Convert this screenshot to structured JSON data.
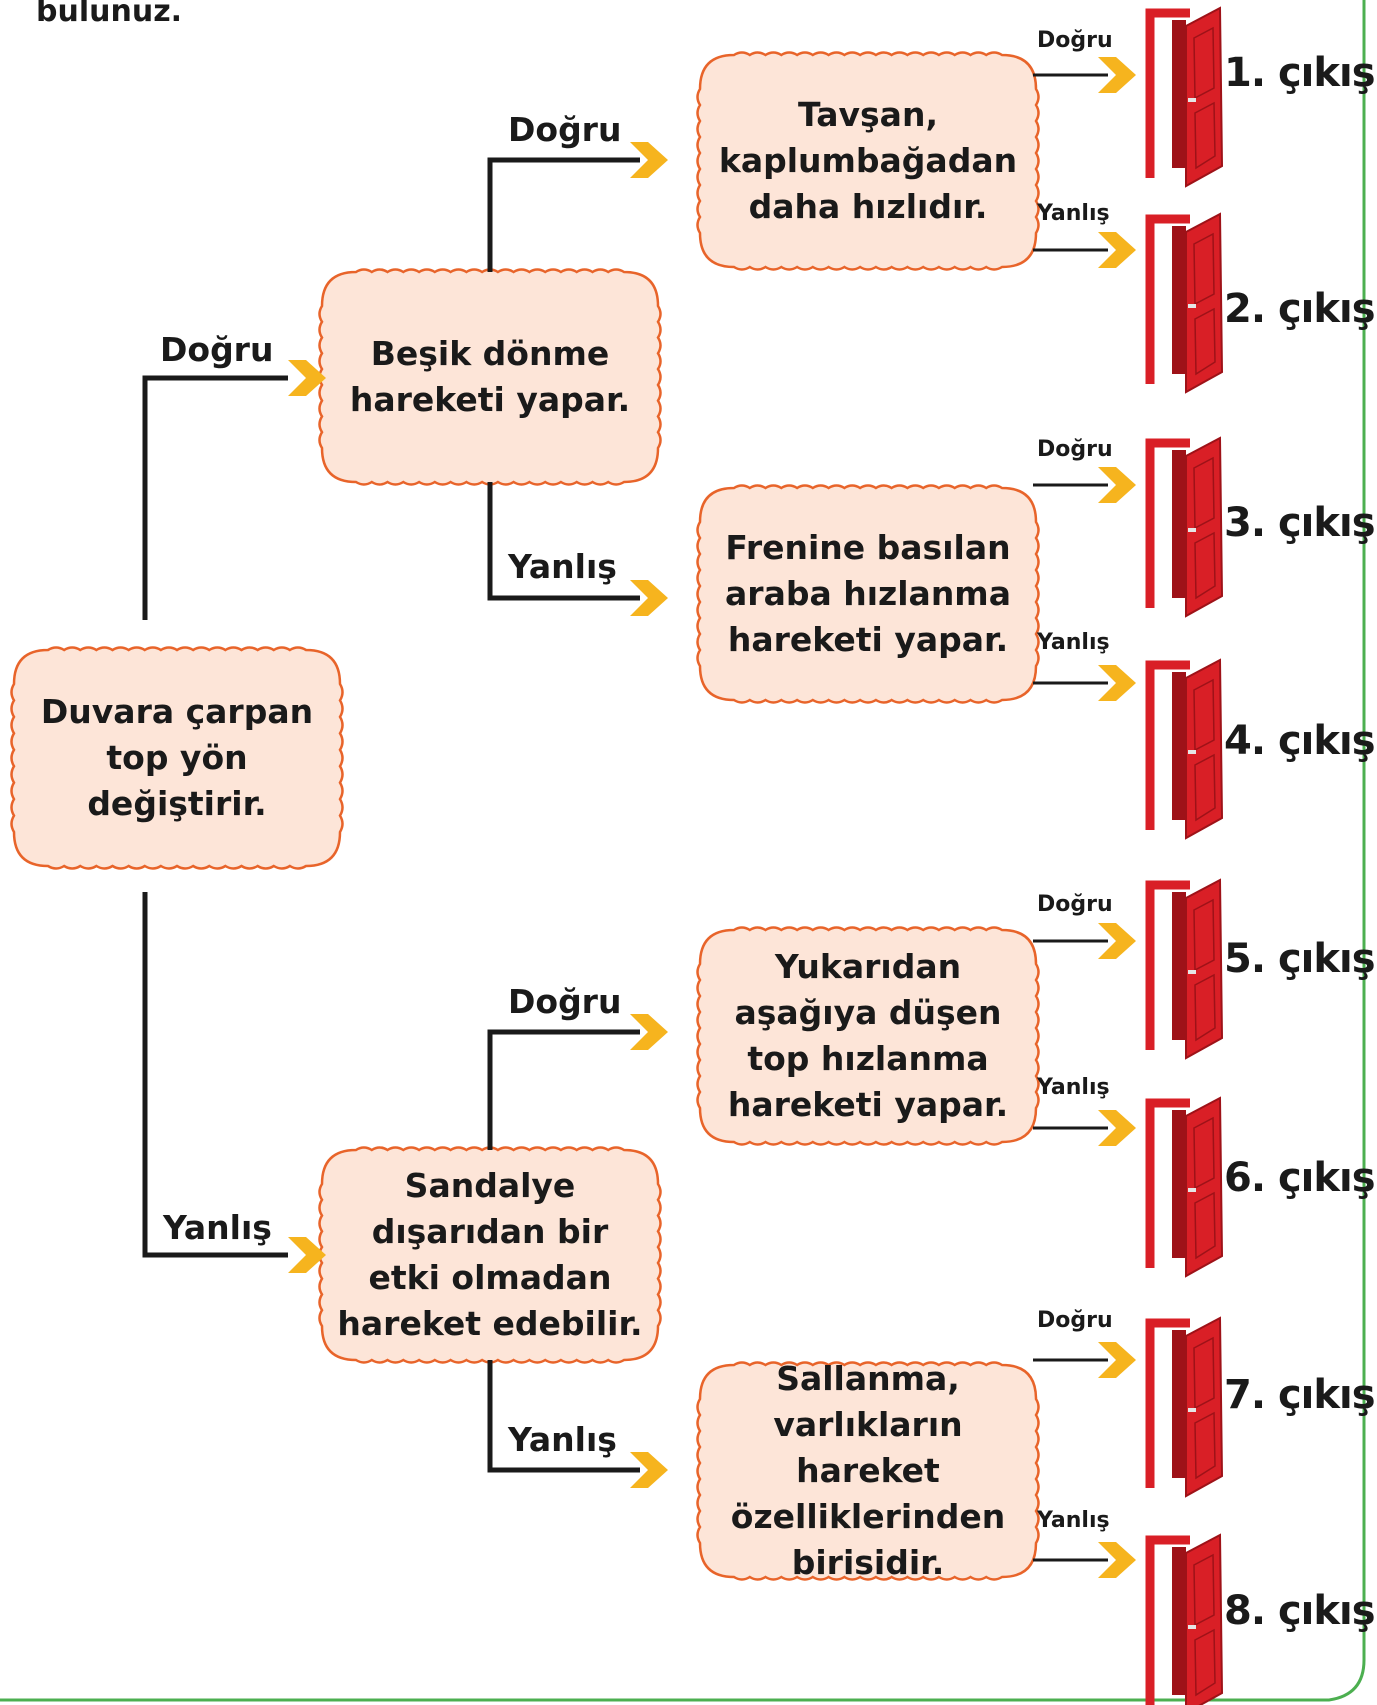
{
  "intro_text": "bulunuz.",
  "root": {
    "text": "Duvara çarpan\ntop yön\ndeğiştirir."
  },
  "level1": [
    {
      "text": "Beşik dönme\nhareketi yapar."
    },
    {
      "text": "Sandalye\ndışarıdan bir\netki olmadan\nhareket edebilir."
    }
  ],
  "level2": [
    {
      "text": "Tavşan,\nkaplumbağadan\ndaha hızlıdır."
    },
    {
      "text": "Frenine basılan\naraba hızlanma\nhareketi yapar."
    },
    {
      "text": "Yukarıdan\naşağıya düşen\ntop hızlanma\nhareketi yapar."
    },
    {
      "text": "Sallanma,\nvarlıkların hareket\nözelliklerinden\nbirisidir."
    }
  ],
  "branch_labels": {
    "true": "Doğru",
    "false": "Yanlış"
  },
  "exits": [
    "1. çıkış",
    "2. çıkış",
    "3. çıkış",
    "4. çıkış",
    "5. çıkış",
    "6. çıkış",
    "7. çıkış",
    "8. çıkış"
  ],
  "colors": {
    "box_fill": "#fde5d8",
    "box_border": "#e8642a",
    "arrow_head": "#f6b41e",
    "line": "#1a1a1a",
    "door": "#d91f26",
    "door_dark": "#9e1218",
    "frame_border": "#4caf50"
  }
}
